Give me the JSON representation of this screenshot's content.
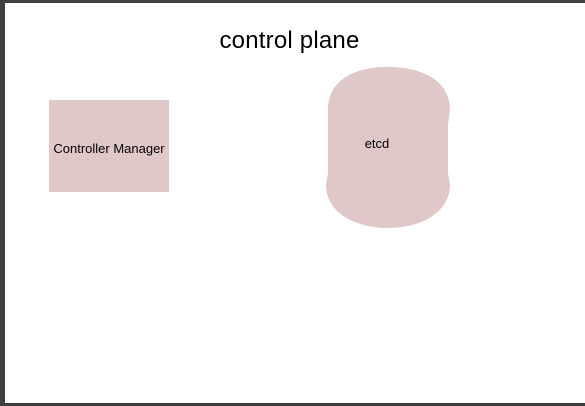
{
  "diagram": {
    "title": "control plane",
    "nodes": [
      {
        "id": "controller-manager",
        "label": "Controller Manager",
        "shape": "rectangle"
      },
      {
        "id": "etcd",
        "label": "etcd",
        "shape": "cylinder"
      }
    ]
  },
  "colors": {
    "node_fill": "#e1c8c8",
    "frame_border": "#404040",
    "background": "#ffffff",
    "text": "#000000"
  }
}
